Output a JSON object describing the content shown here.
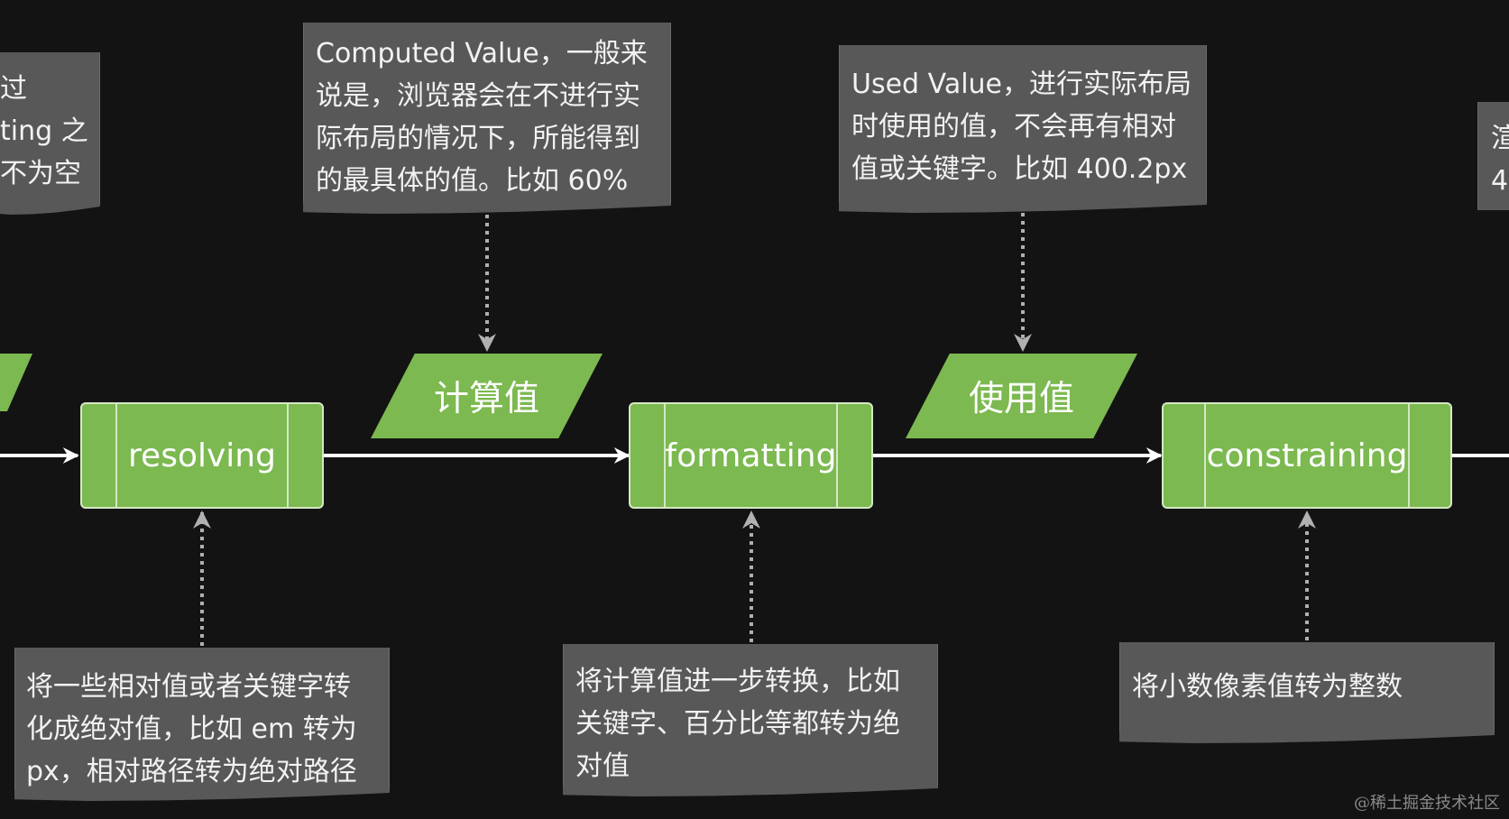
{
  "processes": {
    "resolving": "resolving",
    "formatting": "formatting",
    "constraining": "constraining"
  },
  "values": {
    "computed": "计算值",
    "used": "使用值"
  },
  "notes": {
    "left_partial": "过\nting 之\n不为空",
    "computed_value": "Computed Value，一般来\n说是，浏览器会在不进行实\n际布局的情况下，所能得到\n的最具体的值。比如 60%",
    "used_value": "Used Value，进行实际布局\n时使用的值，不会再有相对\n值或关键字。比如 400.2px",
    "right_partial": "渲\n4(",
    "resolving_desc": "将一些相对值或者关键字转\n化成绝对值，比如 em 转为\npx，相对路径转为绝对路径",
    "formatting_desc": "将计算值进一步转换，比如\n关键字、百分比等都转为绝\n对值",
    "constraining_desc": "将小数像素值转为整数"
  },
  "watermark": "@稀土掘金技术社区",
  "colors": {
    "background": "#131313",
    "process_green": "#7cb950",
    "note_gray": "#585858",
    "arrow": "#ffffff",
    "dotted_arrow": "#b0b0b0"
  }
}
